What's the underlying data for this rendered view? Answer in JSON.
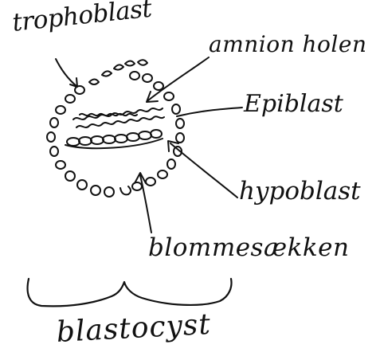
{
  "labels": {
    "trophoblast": "trophoblast",
    "amnion_cavity": "amnion holen",
    "epiblast": "Epiblast",
    "hypoblast": "hypoblast",
    "yolk_sac": "blommesækken",
    "blastocyst": "blastocyst"
  },
  "colors": {
    "ink": "#111111",
    "background": "#ffffff"
  }
}
